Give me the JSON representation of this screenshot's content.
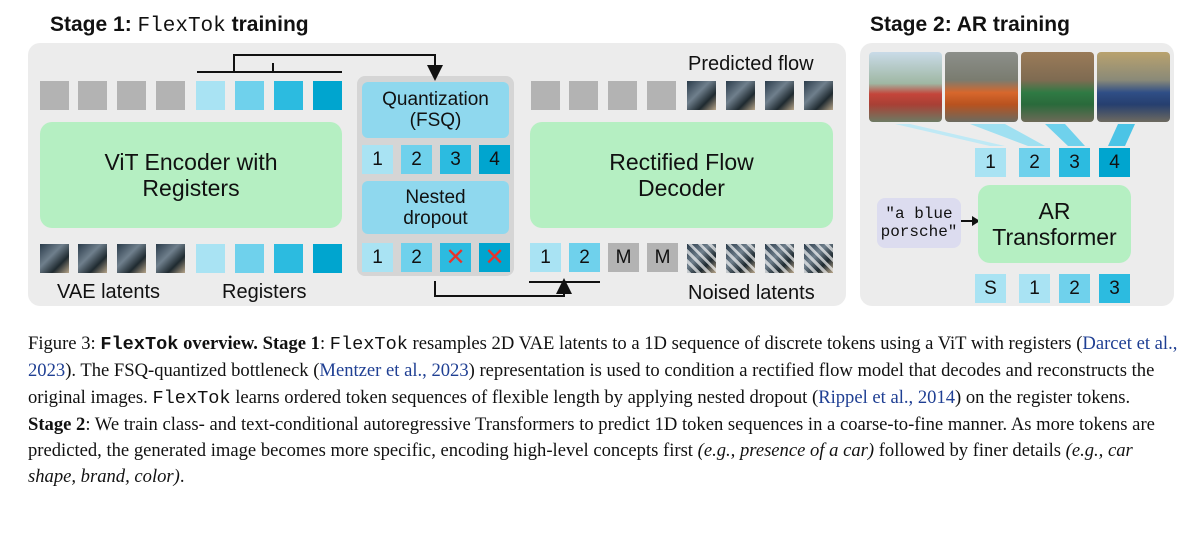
{
  "stage1": {
    "title_prefix": "Stage 1:",
    "title_code": "FlexTok",
    "title_suffix": "training",
    "encoder": "ViT Encoder with Registers",
    "quantization": "Quantization (FSQ)",
    "nested_dropout": "Nested dropout",
    "decoder": "Rectified Flow Decoder",
    "predicted_flow": "Predicted flow",
    "vae_latents": "VAE latents",
    "registers": "Registers",
    "noised_latents": "Noised latents",
    "quant_tokens": [
      "1",
      "2",
      "3",
      "4"
    ],
    "dropout_tokens": [
      "1",
      "2"
    ],
    "mask_tokens": [
      "1",
      "2",
      "M",
      "M"
    ]
  },
  "stage2": {
    "title": "Stage 2: AR training",
    "tokens": [
      "1",
      "2",
      "3",
      "4"
    ],
    "prompt": "\"a blue porsche\"",
    "ar_transformer": "AR Transformer",
    "input_tokens": [
      "S",
      "1",
      "2",
      "3"
    ]
  },
  "caption": {
    "fig_label": "Figure 3:",
    "fig_title_code": "FlexTok",
    "fig_title_rest": "overview.",
    "stage1_label": "Stage 1",
    "p1": "FlexTok",
    "p2": "resamples 2D VAE latents to a 1D sequence of discrete tokens using a ViT with registers (",
    "cite1": "Darcet et al., 2023",
    "p3": "). The FSQ-quantized bottleneck (",
    "cite2": "Mentzer et al., 2023",
    "p4": ") representation is used to condition a rectified flow model that decodes and reconstructs the original images.",
    "p5": "FlexTok",
    "p6": "learns ordered token sequences of flexible length by applying nested dropout (",
    "cite3": "Rippel et al., 2014",
    "p7": ") on the register tokens.",
    "stage2_label": "Stage 2",
    "p8": ": We train class- and text-conditional autoregressive Transformers to predict 1D token sequences in a coarse-to-fine manner. As more tokens are predicted, the generated image becomes more specific, encoding high-level concepts first",
    "it1": "(e.g., presence of a car)",
    "p9": "followed by finer details",
    "it2": "(e.g., car shape, brand, color)",
    "p10": "."
  },
  "colors": {
    "green_box": "#b5efc2",
    "blue_box": "#8fd8ee",
    "panel": "#ececec",
    "x_mark": "#e8332a",
    "citation": "#1f3f93"
  }
}
